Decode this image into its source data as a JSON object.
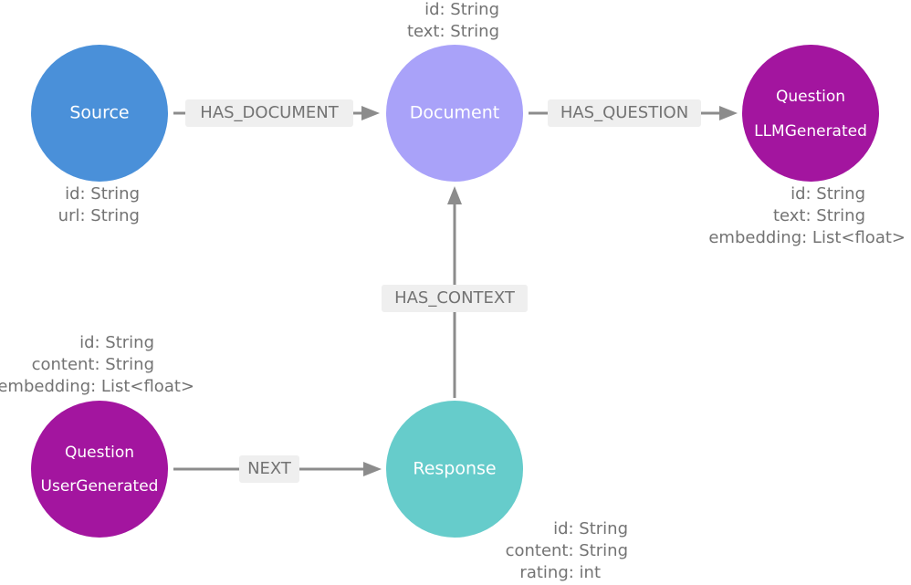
{
  "nodes": {
    "source": {
      "label": "Source",
      "color": "#4a90d9",
      "properties": [
        "id: String",
        "url: String"
      ]
    },
    "document": {
      "label": "Document",
      "color": "#a9a2f9",
      "properties": [
        "id: String",
        "text: String"
      ]
    },
    "question_llm": {
      "label": "Question",
      "sublabel": "LLMGenerated",
      "color": "#a3159f",
      "properties": [
        "id: String",
        "text: String",
        "embedding: List<float>"
      ]
    },
    "question_user": {
      "label": "Question",
      "sublabel": "UserGenerated",
      "color": "#a3159f",
      "properties": [
        "id: String",
        "content: String",
        "embedding: List<float>"
      ]
    },
    "response": {
      "label": "Response",
      "color": "#66cccb",
      "properties": [
        "id: String",
        "content: String",
        "rating: int"
      ]
    }
  },
  "edges": {
    "has_document": {
      "label": "HAS_DOCUMENT"
    },
    "has_question": {
      "label": "HAS_QUESTION"
    },
    "has_context": {
      "label": "HAS_CONTEXT"
    },
    "next": {
      "label": "NEXT"
    }
  },
  "colors": {
    "edge": "#8c8c8c",
    "edge_label_bg": "#efefef",
    "text_gray": "#737373"
  }
}
